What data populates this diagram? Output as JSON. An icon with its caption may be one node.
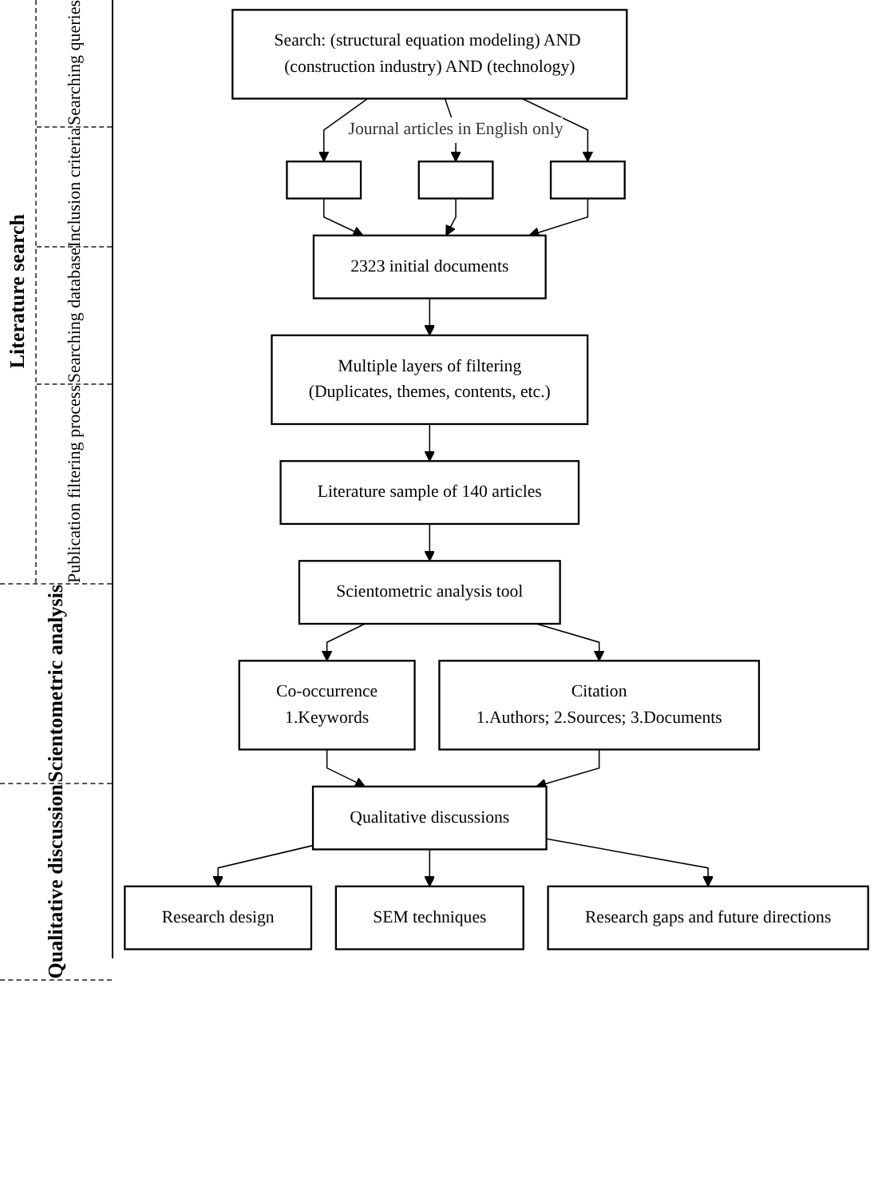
{
  "diagram": {
    "nodes": [
      {
        "text": [
          "Search: (structural equation modeling) AND (construction industry) AND (technology)"
        ]
      },
      {
        "text": [],
        "shape": "box"
      },
      {
        "text": [],
        "shape": "box"
      },
      {
        "text": [],
        "shape": "box"
      },
      {
        "text": [
          "2323 initial documents"
        ]
      },
      {
        "text": [
          "Multiple layers of filtering",
          "(Duplicates, themes, contents, etc.)"
        ]
      },
      {
        "text": [
          "Literature sample of 140 articles"
        ]
      },
      {
        "text": [
          "Scientometric analysis tool"
        ]
      },
      {
        "text": [
          "Co-occurrence",
          "1.Keywords"
        ]
      },
      {
        "text": [
          "Citation",
          "1.Authors; 2.Sources; 3.Documents"
        ]
      },
      {
        "text": [
          "Qualitative discussions"
        ]
      },
      {
        "text": [
          "Research design"
        ]
      },
      {
        "text": [
          "SEM techniques"
        ]
      },
      {
        "text": [
          "Research gaps and future directions"
        ]
      }
    ],
    "edges": [
      {
        "from": 0,
        "to": 1,
        "arrow": "to"
      },
      {
        "from": 0,
        "to": 2,
        "arrow": "to",
        "label": "Journal articles in English only"
      },
      {
        "from": 0,
        "to": 3,
        "arrow": "to"
      },
      {
        "from": 1,
        "to": 4,
        "arrow": "to"
      },
      {
        "from": 2,
        "to": 4,
        "arrow": "to"
      },
      {
        "from": 3,
        "to": 4,
        "arrow": "to"
      },
      {
        "from": 4,
        "to": 5,
        "arrow": "to"
      },
      {
        "from": 5,
        "to": 6,
        "arrow": "to"
      },
      {
        "from": 6,
        "to": 7,
        "arrow": "to"
      },
      {
        "from": 7,
        "to": 8,
        "arrow": "to"
      },
      {
        "from": 7,
        "to": 9,
        "arrow": "to"
      },
      {
        "from": 8,
        "to": 10,
        "arrow": "to"
      },
      {
        "from": 9,
        "to": 10,
        "arrow": "to"
      },
      {
        "from": 10,
        "to": 11,
        "arrow": "to"
      },
      {
        "from": 10,
        "to": 12,
        "arrow": "to"
      },
      {
        "from": 10,
        "to": 13,
        "arrow": "to"
      }
    ],
    "labels": [
      "Literature search",
      "Searching queries",
      "Inclusion criteria",
      "Searching database",
      "Publication filtering process",
      "Scientometric analysis",
      "Qualitative discussion"
    ]
  }
}
